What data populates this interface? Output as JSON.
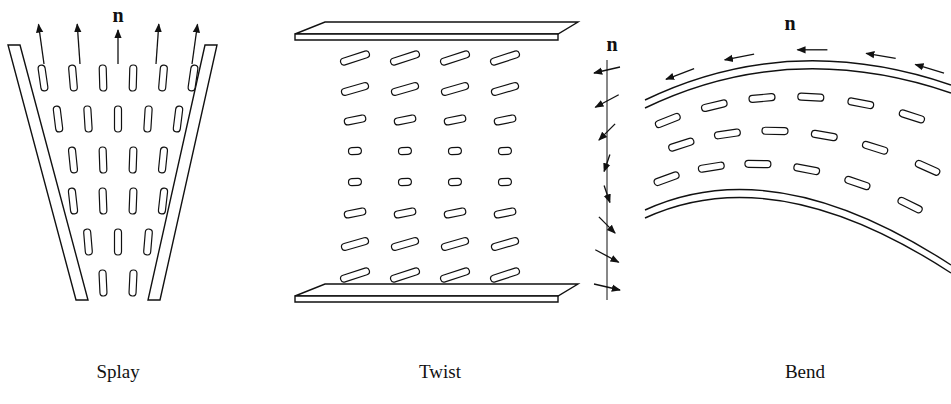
{
  "diagram": {
    "labels": [
      "n",
      "n",
      "n",
      "Splay",
      "Twist",
      "Bend"
    ]
  }
}
